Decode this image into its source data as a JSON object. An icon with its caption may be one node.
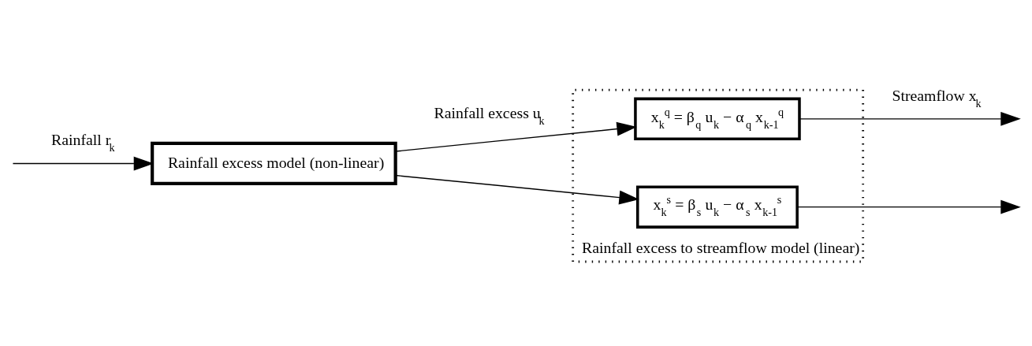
{
  "diagram": {
    "nodes": [
      {
        "text": [
          "Rainfall excess model (non-linear)"
        ]
      },
      {
        "text": [
          "Rainfall excess to streamflow model (linear)"
        ]
      },
      {
        "text": [
          "x$_{k}$$^{q}$ = β$_{q}$ u$_{k}$ − α$_{q}$ x$_{k-1}$$^{q}$"
        ],
        "in": 1
      },
      {
        "text": [
          "x$_{k}$$^{s}$ = β$_{s}$ u$_{k}$ − α$_{s}$ x$_{k-1}$$^{s}$"
        ],
        "in": 1
      }
    ],
    "edges": [
      {
        "from": null,
        "to": 0,
        "arrow": "to",
        "label": "Rainfall r$_{k}$"
      },
      {
        "from": 0,
        "to": 2,
        "arrow": "to",
        "label": "Rainfall excess u$_{k}$"
      },
      {
        "from": 0,
        "to": 3,
        "arrow": "to"
      },
      {
        "from": 2,
        "to": null,
        "arrow": "to",
        "label": "Streamflow x$_{k}$"
      },
      {
        "from": 3,
        "to": null,
        "arrow": "to"
      }
    ]
  }
}
